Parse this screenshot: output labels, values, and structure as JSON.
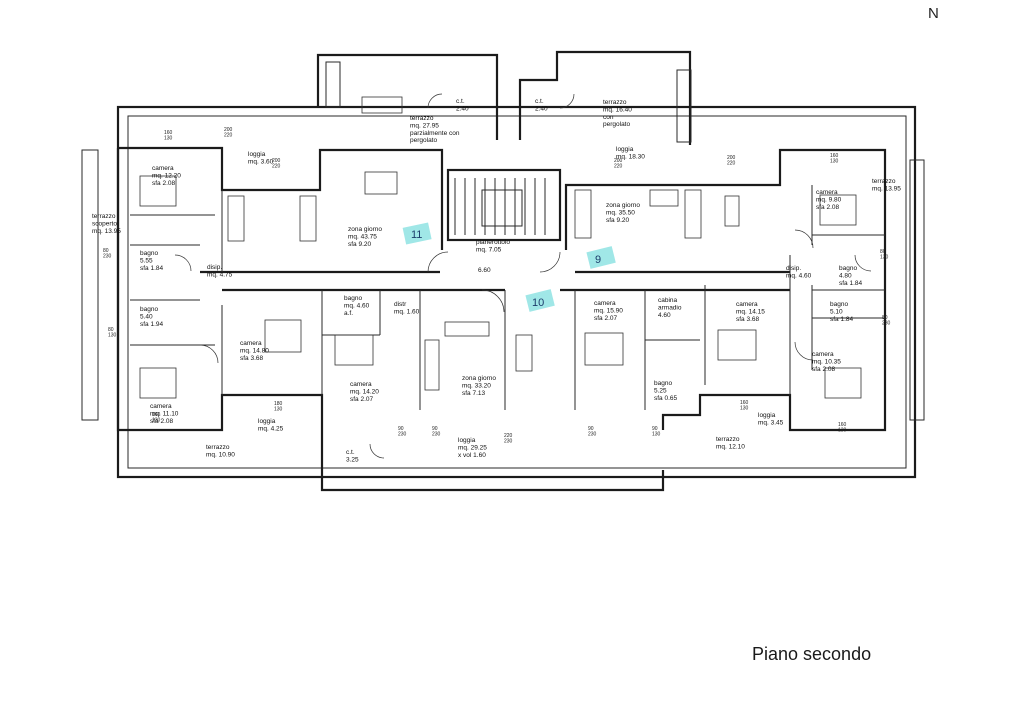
{
  "north_mark": "N",
  "floor_title": "Piano secondo",
  "central_dim": "6.60",
  "unit_tags": [
    {
      "id": "unit-11",
      "label": "11"
    },
    {
      "id": "unit-9",
      "label": "9"
    },
    {
      "id": "unit-10",
      "label": "10"
    }
  ],
  "rooms": [
    {
      "lines": [
        "terrazzo",
        "mq. 27.95",
        "parzialmente con",
        "pergolato"
      ]
    },
    {
      "lines": [
        "c.t.",
        "2.40"
      ]
    },
    {
      "lines": [
        "c.t.",
        "2.40"
      ]
    },
    {
      "lines": [
        "terrazzo",
        "mq. 16.40",
        "con",
        "pergolato"
      ]
    },
    {
      "lines": [
        "loggia",
        "mq. 18.30"
      ]
    },
    {
      "lines": [
        "terrazzo",
        "mq. 13.95"
      ]
    },
    {
      "lines": [
        "camera",
        "mq. 12.20",
        "sfa 2.08"
      ]
    },
    {
      "lines": [
        "loggia",
        "mq. 3.60"
      ]
    },
    {
      "lines": [
        "terrazzo",
        "scoperto",
        "mq. 13.95"
      ]
    },
    {
      "lines": [
        "zona giorno",
        "mq. 43.75",
        "sfa 9.20"
      ]
    },
    {
      "lines": [
        "pianerottolo",
        "mq. 7.05"
      ]
    },
    {
      "lines": [
        "zona giorno",
        "mq. 35.50",
        "sfa 9.20"
      ]
    },
    {
      "lines": [
        "camera",
        "mq. 9.80",
        "sfa 2.08"
      ]
    },
    {
      "lines": [
        "bagno",
        "5.55",
        "sfa 1.84"
      ]
    },
    {
      "lines": [
        "disip.",
        "mq. 4.75"
      ]
    },
    {
      "lines": [
        "disip.",
        "mq. 4.60"
      ]
    },
    {
      "lines": [
        "bagno",
        "4.80",
        "sfa 1.84"
      ]
    },
    {
      "lines": [
        "bagno",
        "5.40",
        "sfa 1.94"
      ]
    },
    {
      "lines": [
        "bagno",
        "mq. 4.60",
        "a.f."
      ]
    },
    {
      "lines": [
        "distr",
        "mq. 1.60"
      ]
    },
    {
      "lines": [
        "camera",
        "mq. 15.90",
        "sfa 2.07"
      ]
    },
    {
      "lines": [
        "cabina",
        "armadio",
        "4.60"
      ]
    },
    {
      "lines": [
        "camera",
        "mq. 14.15",
        "sfa 3.68"
      ]
    },
    {
      "lines": [
        "bagno",
        "5.10",
        "sfa 1.84"
      ]
    },
    {
      "lines": [
        "camera",
        "mq. 14.80",
        "sfa 3.68"
      ]
    },
    {
      "lines": [
        "camera",
        "mq. 10.35",
        "sfa 2.08"
      ]
    },
    {
      "lines": [
        "camera",
        "mq. 14.20",
        "sfa 2.07"
      ]
    },
    {
      "lines": [
        "zona giorno",
        "mq. 33.20",
        "sfa 7.13"
      ]
    },
    {
      "lines": [
        "bagno",
        "5.25",
        "sfa 0.65"
      ]
    },
    {
      "lines": [
        "camera",
        "mq. 11.10",
        "sfa 2.08"
      ]
    },
    {
      "lines": [
        "loggia",
        "mq. 4.25"
      ]
    },
    {
      "lines": [
        "terrazzo",
        "mq. 10.90"
      ]
    },
    {
      "lines": [
        "c.t.",
        "3.25"
      ]
    },
    {
      "lines": [
        "loggia",
        "mq. 29.25",
        "x vol 1.60"
      ]
    },
    {
      "lines": [
        "loggia",
        "mq. 3.45"
      ]
    },
    {
      "lines": [
        "terrazzo",
        "mq. 12.10"
      ]
    }
  ],
  "dimensions": [
    {
      "lines": [
        "160",
        "130"
      ]
    },
    {
      "lines": [
        "200",
        "220"
      ]
    },
    {
      "lines": [
        "200",
        "220"
      ]
    },
    {
      "lines": [
        "200",
        "220"
      ]
    },
    {
      "lines": [
        "160",
        "130"
      ]
    },
    {
      "lines": [
        "200",
        "220"
      ]
    },
    {
      "lines": [
        "80",
        "230"
      ]
    },
    {
      "lines": [
        "80",
        "130"
      ]
    },
    {
      "lines": [
        "80",
        "130"
      ]
    },
    {
      "lines": [
        "80",
        "230"
      ]
    },
    {
      "lines": [
        "180",
        "130"
      ]
    },
    {
      "lines": [
        "90",
        "230"
      ]
    },
    {
      "lines": [
        "90",
        "230"
      ]
    },
    {
      "lines": [
        "220",
        "230"
      ]
    },
    {
      "lines": [
        "90",
        "230"
      ]
    },
    {
      "lines": [
        "90",
        "130"
      ]
    },
    {
      "lines": [
        "160",
        "130"
      ]
    },
    {
      "lines": [
        "160",
        "130"
      ]
    },
    {
      "lines": [
        "160",
        "130"
      ]
    }
  ]
}
